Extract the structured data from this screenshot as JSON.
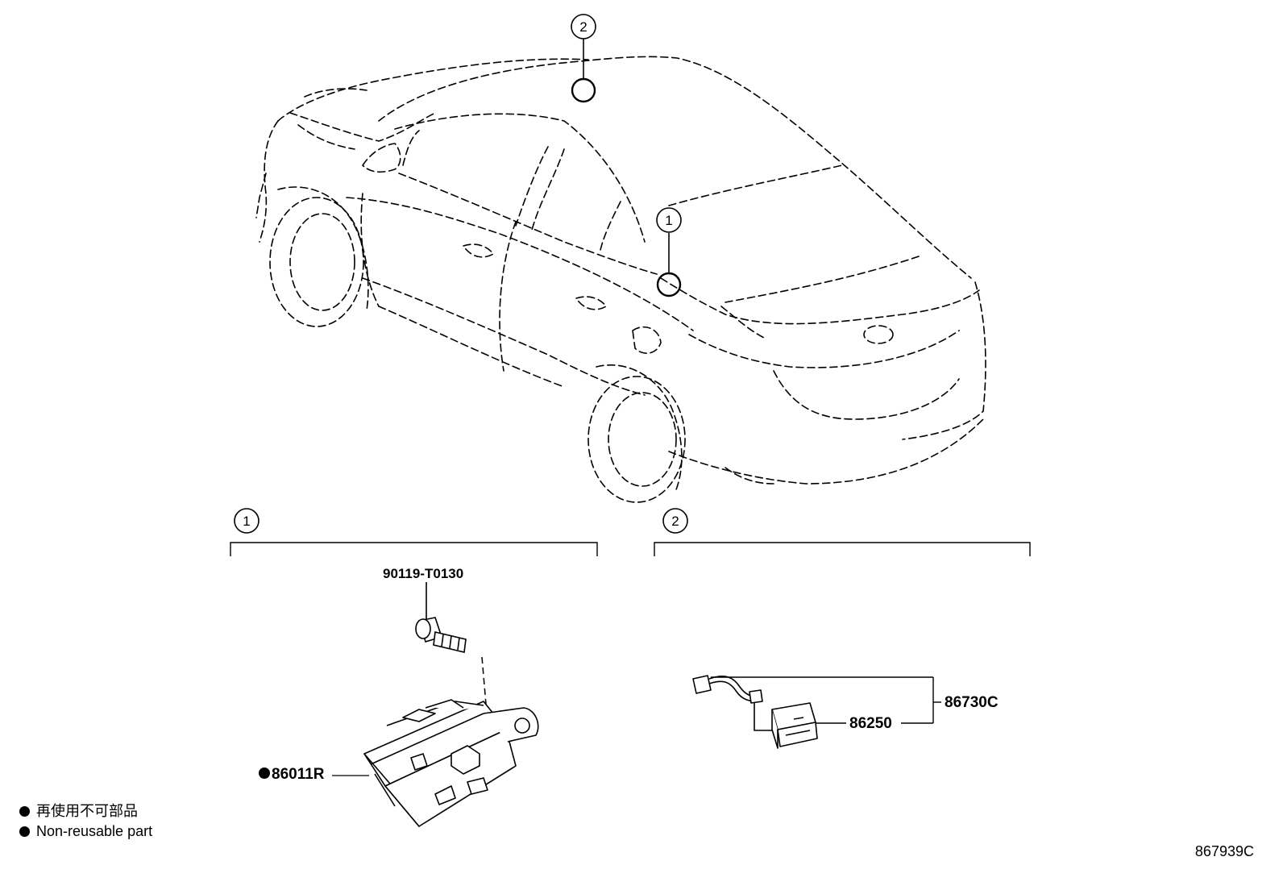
{
  "callouts": {
    "one": "1",
    "two": "2"
  },
  "parts": {
    "bolt": "90119-T0130",
    "module": "86011R",
    "wire_assembly": "86730C",
    "unit": "86250"
  },
  "legend": {
    "japanese": "再使用不可部品",
    "english": "Non-reusable part"
  },
  "diagram_id": "867939C",
  "colors": {
    "line": "#000000",
    "background": "#ffffff"
  }
}
